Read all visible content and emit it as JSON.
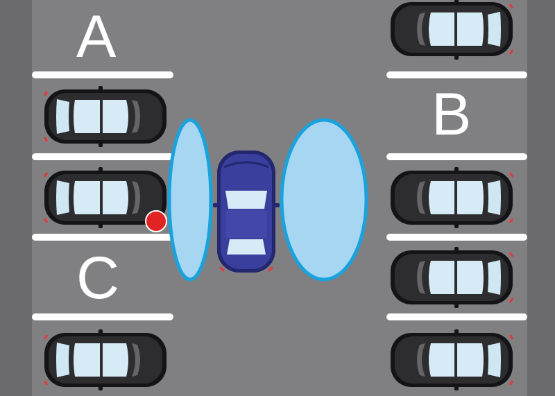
{
  "labels": {
    "a": "A",
    "b": "B",
    "c": "C"
  },
  "colors": {
    "lot": "#808083",
    "side_strip": "#6c6c6f",
    "line": "#ffffff",
    "parked_body": "#2b2b2d",
    "glass": "#cfe7f3",
    "active_car": "#3a3f9e",
    "sensor_fill": "#a6d6f2",
    "sensor_stroke": "#1aa2dc",
    "alert_dot": "#e02424"
  },
  "icons": [
    "parked-car",
    "active-car",
    "sensor-zone",
    "alert-dot"
  ]
}
